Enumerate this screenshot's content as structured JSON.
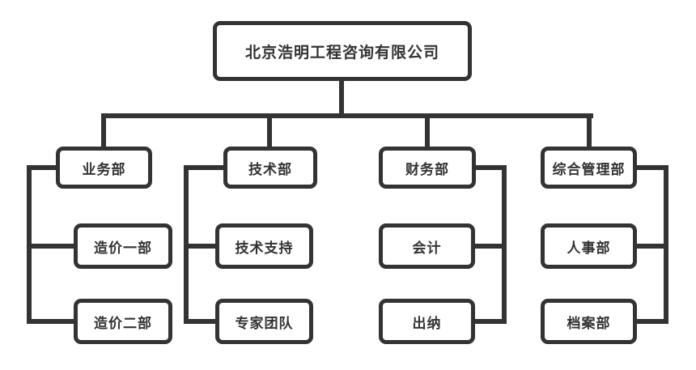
{
  "org": {
    "root": {
      "label": "北京浩明工程咨询有限公司"
    },
    "departments": [
      {
        "label": "业务部",
        "children": [
          {
            "label": "造价一部"
          },
          {
            "label": "造价二部"
          }
        ]
      },
      {
        "label": "技术部",
        "children": [
          {
            "label": "技术支持"
          },
          {
            "label": "专家团队"
          }
        ]
      },
      {
        "label": "财务部",
        "children": [
          {
            "label": "会计"
          },
          {
            "label": "出纳"
          }
        ]
      },
      {
        "label": "综合管理部",
        "children": [
          {
            "label": "人事部"
          },
          {
            "label": "档案部"
          }
        ]
      }
    ]
  },
  "colors": {
    "line": "#333333",
    "node_border": "#333333",
    "node_background": "#ffffff",
    "text": "#333333",
    "background": "#ffffff"
  }
}
